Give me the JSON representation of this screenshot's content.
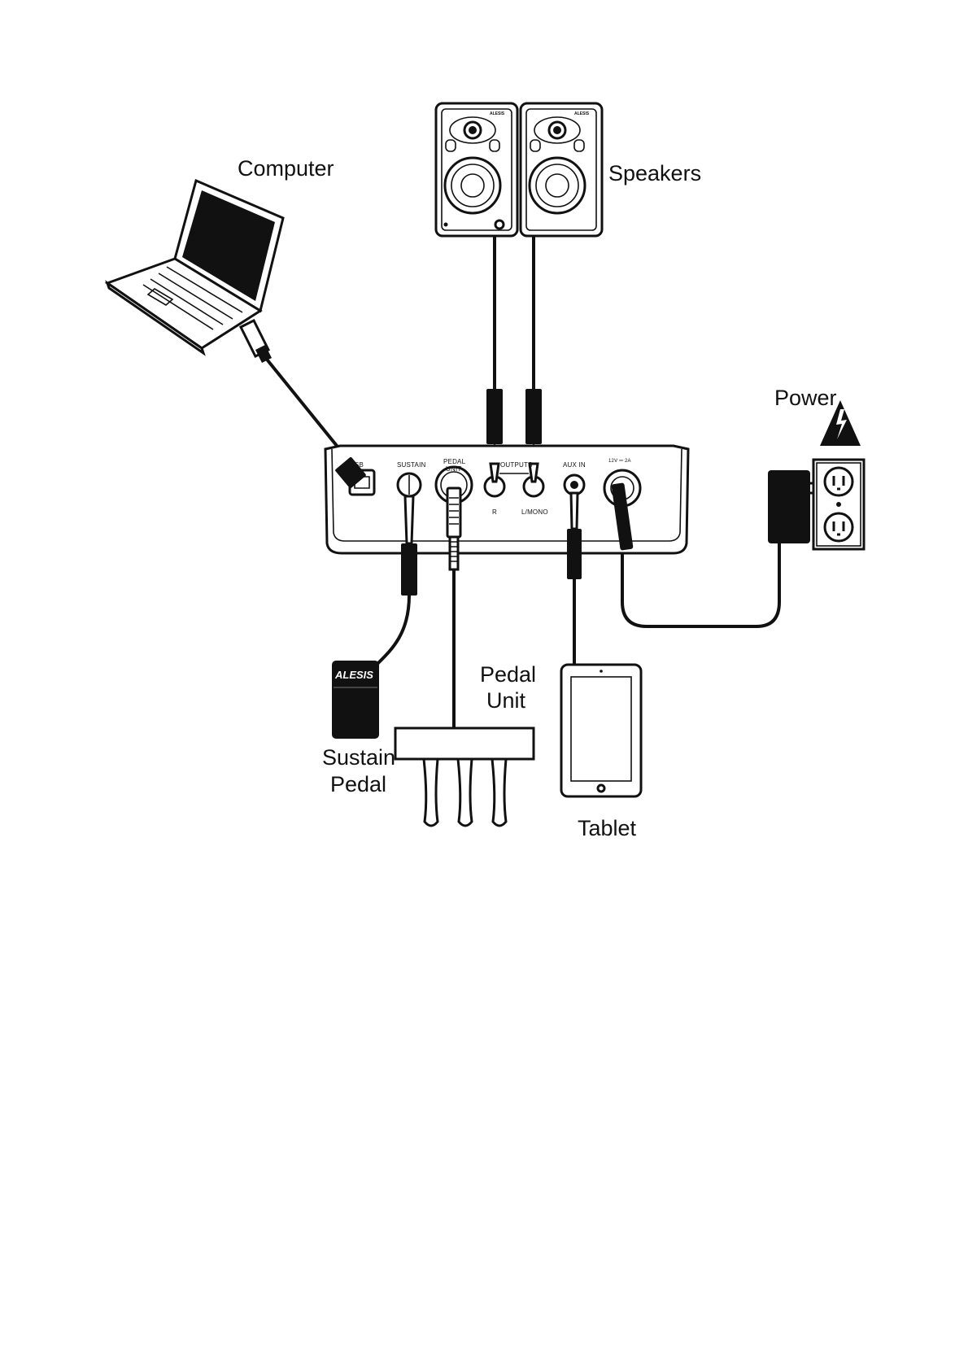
{
  "labels": {
    "computer": "Computer",
    "speakers": "Speakers",
    "power": "Power",
    "pedal_unit_line1": "Pedal",
    "pedal_unit_line2": "Unit",
    "sustain_pedal_line1": "Sustain",
    "sustain_pedal_line2": "Pedal",
    "tablet": "Tablet"
  },
  "ports": {
    "usb": "USB",
    "sustain": "SUSTAIN",
    "pedal_unit_line1": "PEDAL",
    "pedal_unit_line2": "UNIT",
    "outputs": "OUTPUTS",
    "r": "R",
    "l_mono": "L/MONO",
    "aux_in": "AUX IN",
    "power_rating": "12V ⎓ 2A"
  },
  "brand": {
    "pedal_logo": "ALESIS",
    "speaker_logo": "ALESIS"
  },
  "colors": {
    "ink": "#111111",
    "background": "#ffffff"
  }
}
